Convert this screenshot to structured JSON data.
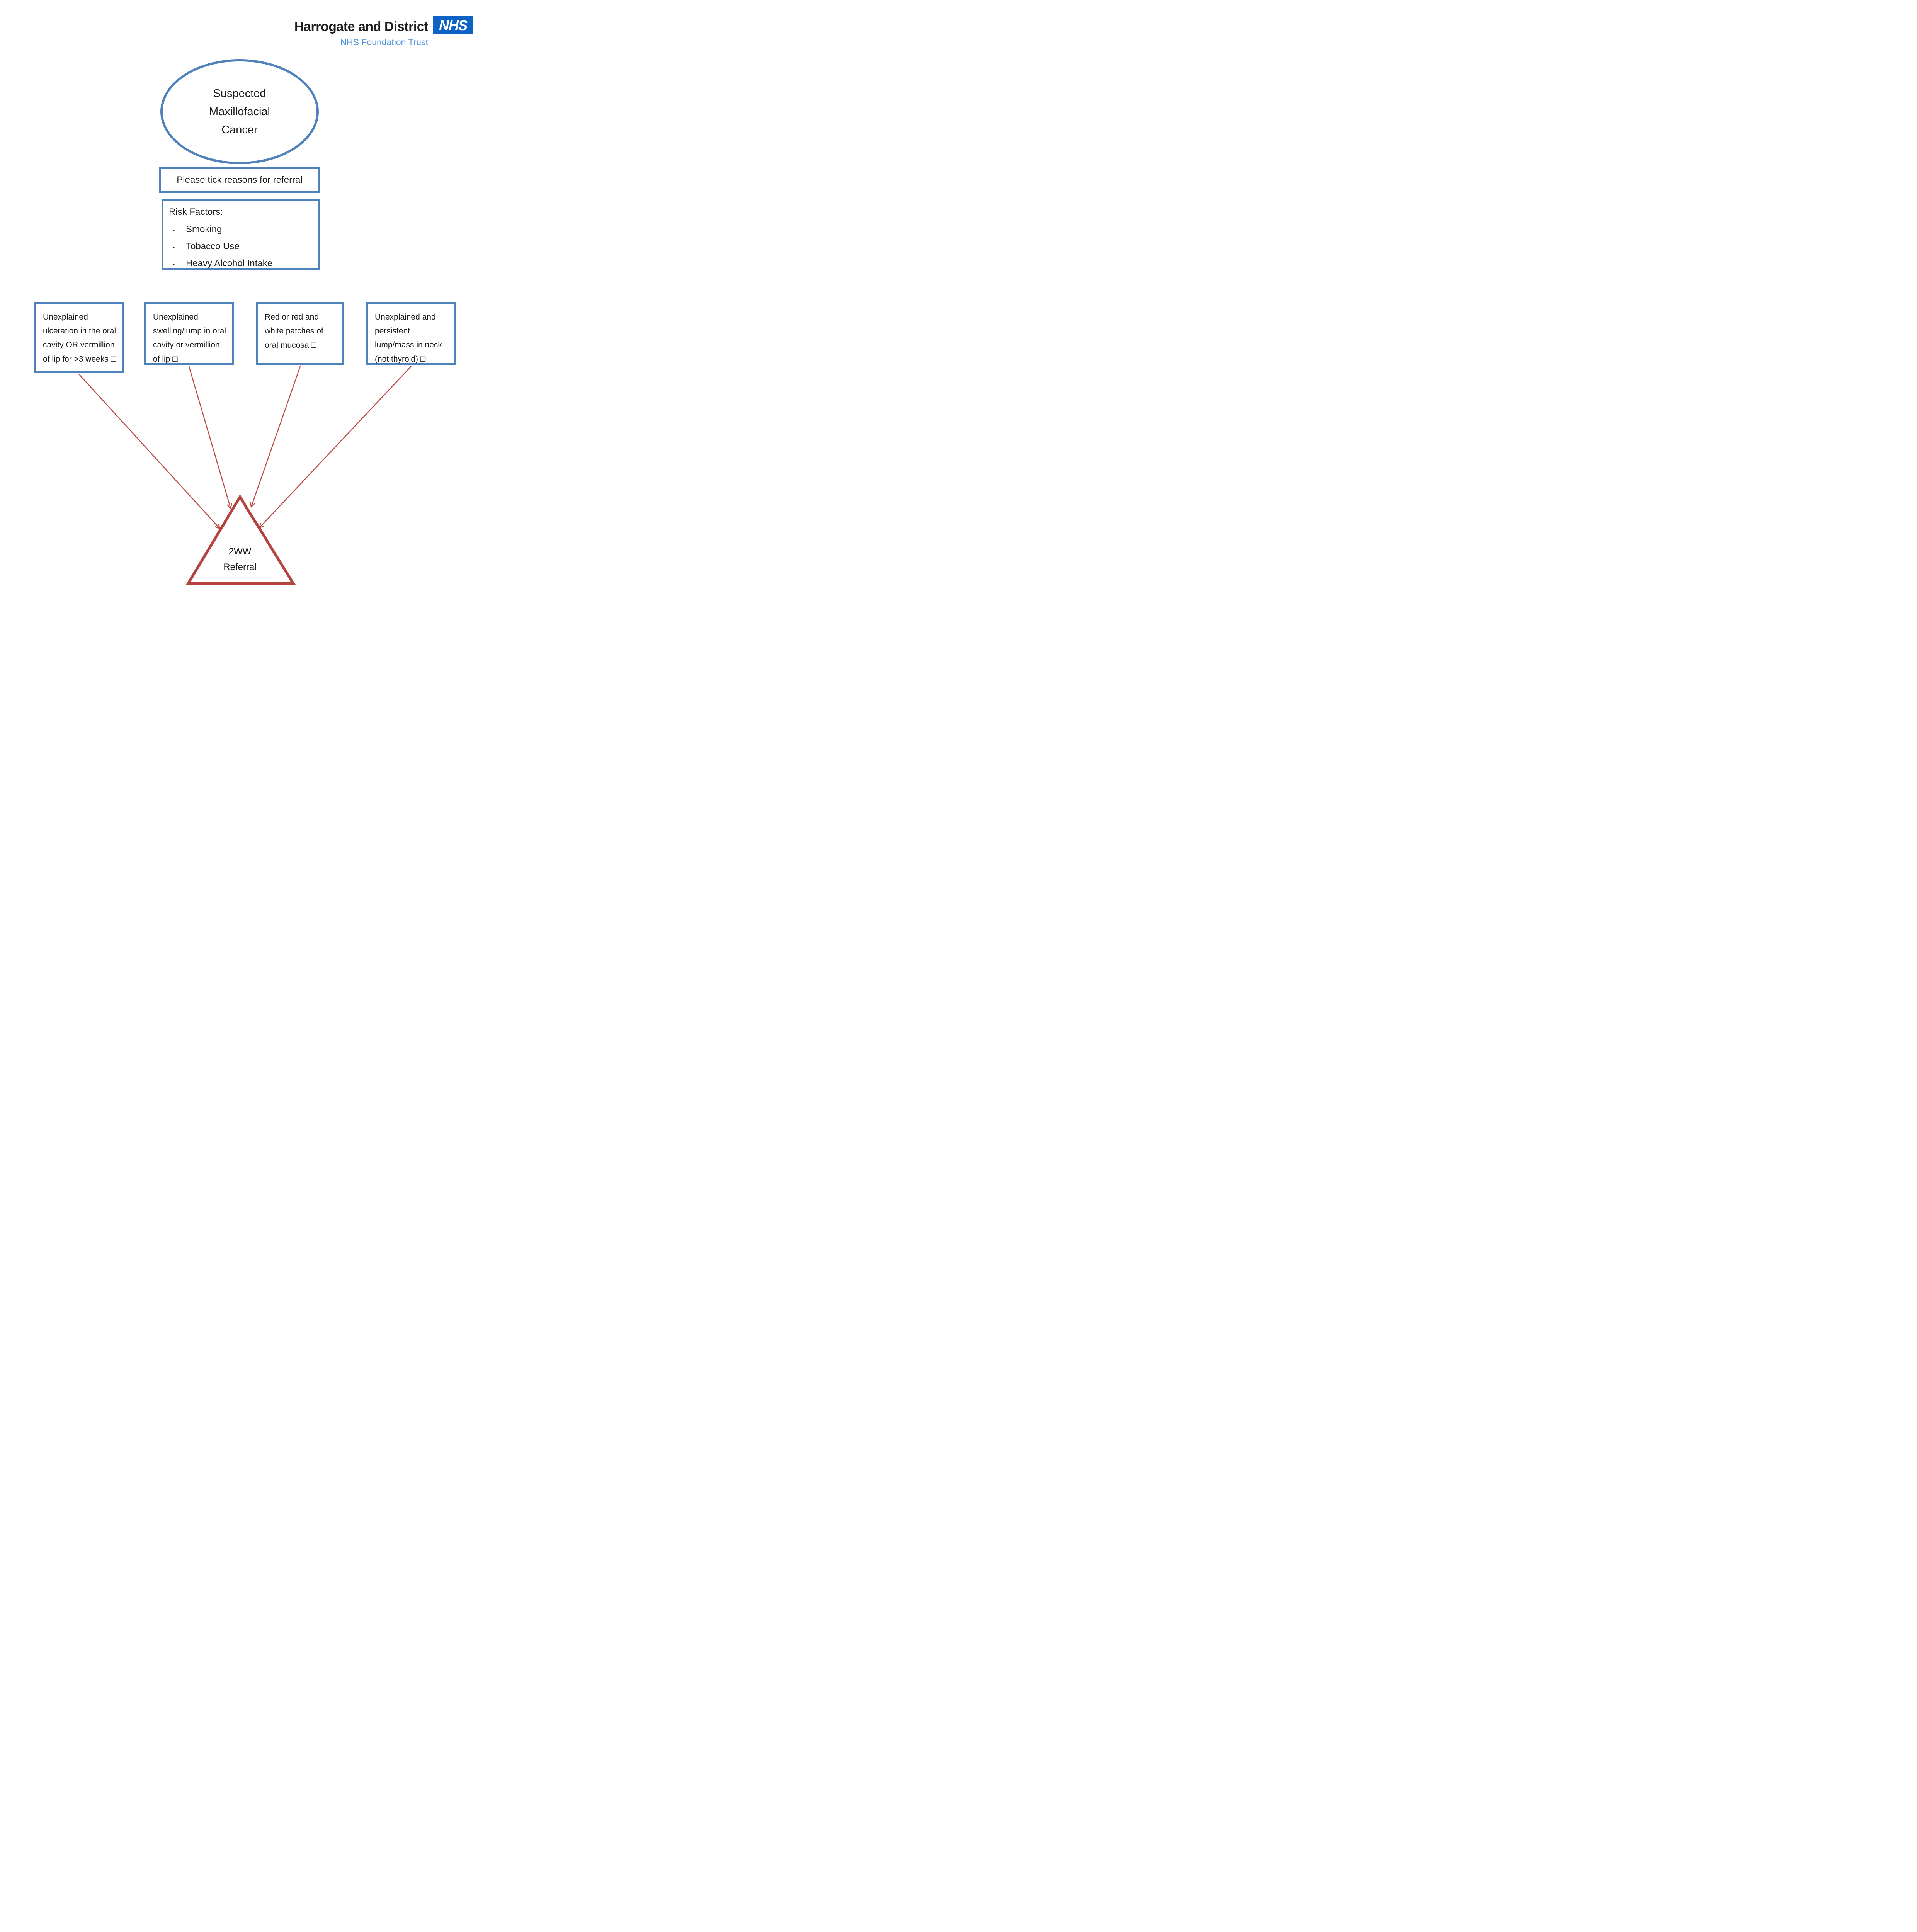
{
  "colors": {
    "box_border": "#4f81bd",
    "arrow_red": "#bb4a45",
    "triangle_red": "#b5443f",
    "nhs_box_blue": "#0e62c4",
    "foundation_text_blue": "#4e94dc",
    "text": "#1b1b1b"
  },
  "logo": {
    "org_name": "Harrogate and District",
    "nhs_acronym": "NHS",
    "org_subtitle": "NHS Foundation Trust"
  },
  "ellipse": {
    "line1": "Suspected",
    "line2": "Maxillofacial",
    "line3": "Cancer"
  },
  "instruction_box": {
    "text": "Please tick reasons for referral"
  },
  "risk_box": {
    "title": "Risk Factors:",
    "bullet": "▪",
    "items": [
      {
        "label": "Smoking"
      },
      {
        "label": "Tobacco Use"
      },
      {
        "label": "Heavy Alcohol Intake"
      }
    ]
  },
  "criteria_boxes": [
    {
      "text": "Unexplained ulceration in the oral cavity OR vermillion of lip for >3 weeks",
      "checkbox": "□"
    },
    {
      "text": "Unexplained swelling/lump in oral cavity or vermillion of lip",
      "checkbox": "□"
    },
    {
      "text": "Red or red and white patches of oral mucosa",
      "checkbox": "□"
    },
    {
      "text": "Unexplained and persistent lump/mass in neck (not thyroid)",
      "checkbox": "□"
    }
  ],
  "referral": {
    "line1": "2WW",
    "line2": "Referral"
  }
}
